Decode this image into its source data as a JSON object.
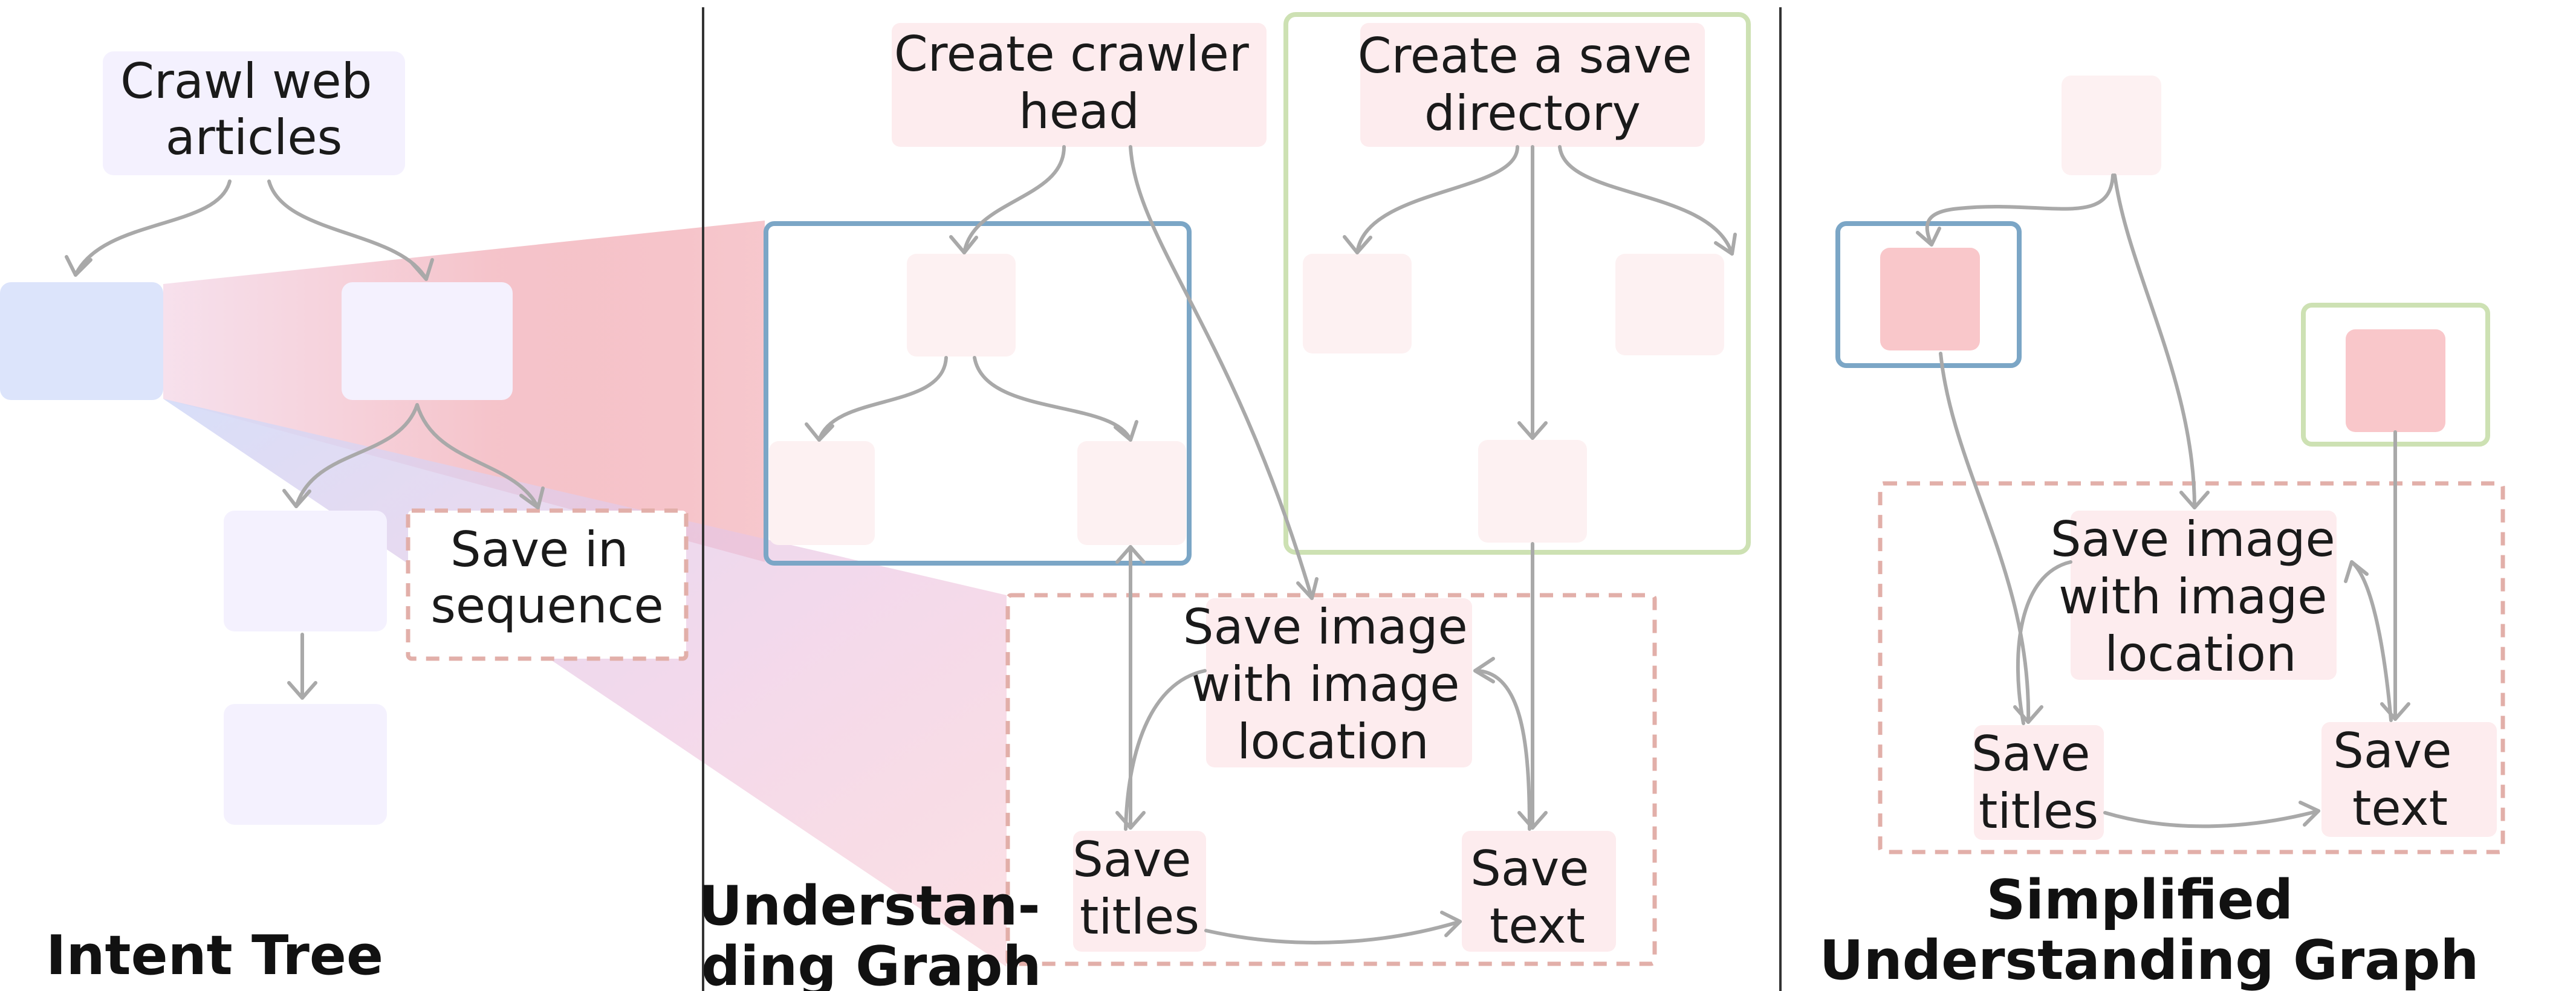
{
  "intent_tree": {
    "title": "Intent Tree",
    "root": [
      "Crawl web",
      "articles"
    ],
    "leaf": [
      "Save in",
      "sequence"
    ]
  },
  "understanding_graph": {
    "title": [
      "Understan-",
      "ding Graph"
    ],
    "head_node": [
      "Create crawler",
      "head"
    ],
    "dir_node": [
      "Create a save",
      "directory"
    ],
    "image_node": [
      "Save image",
      "with image",
      "location"
    ],
    "titles_node": [
      "Save",
      "titles"
    ],
    "text_node": [
      "Save",
      "text"
    ]
  },
  "simplified_graph": {
    "title": [
      "Simplified",
      "Understanding Graph"
    ],
    "image_node": [
      "Save image",
      "with image",
      "location"
    ],
    "titles_node": [
      "Save",
      "titles"
    ],
    "text_node": [
      "Save",
      "text"
    ]
  },
  "colors": {
    "intent_node": "#f4f1fe",
    "intent_highlight": "#dce4fb",
    "understanding_node": "#fdecee",
    "faded_node": "#fdf1f2",
    "simplified_strong": "#f9c7ca",
    "blue_frame": "#7ba6c6",
    "green_frame": "#cde1b3",
    "dashed_frame": "#e2afa9",
    "edge": "#a9a9a9",
    "divider": "#333333"
  }
}
